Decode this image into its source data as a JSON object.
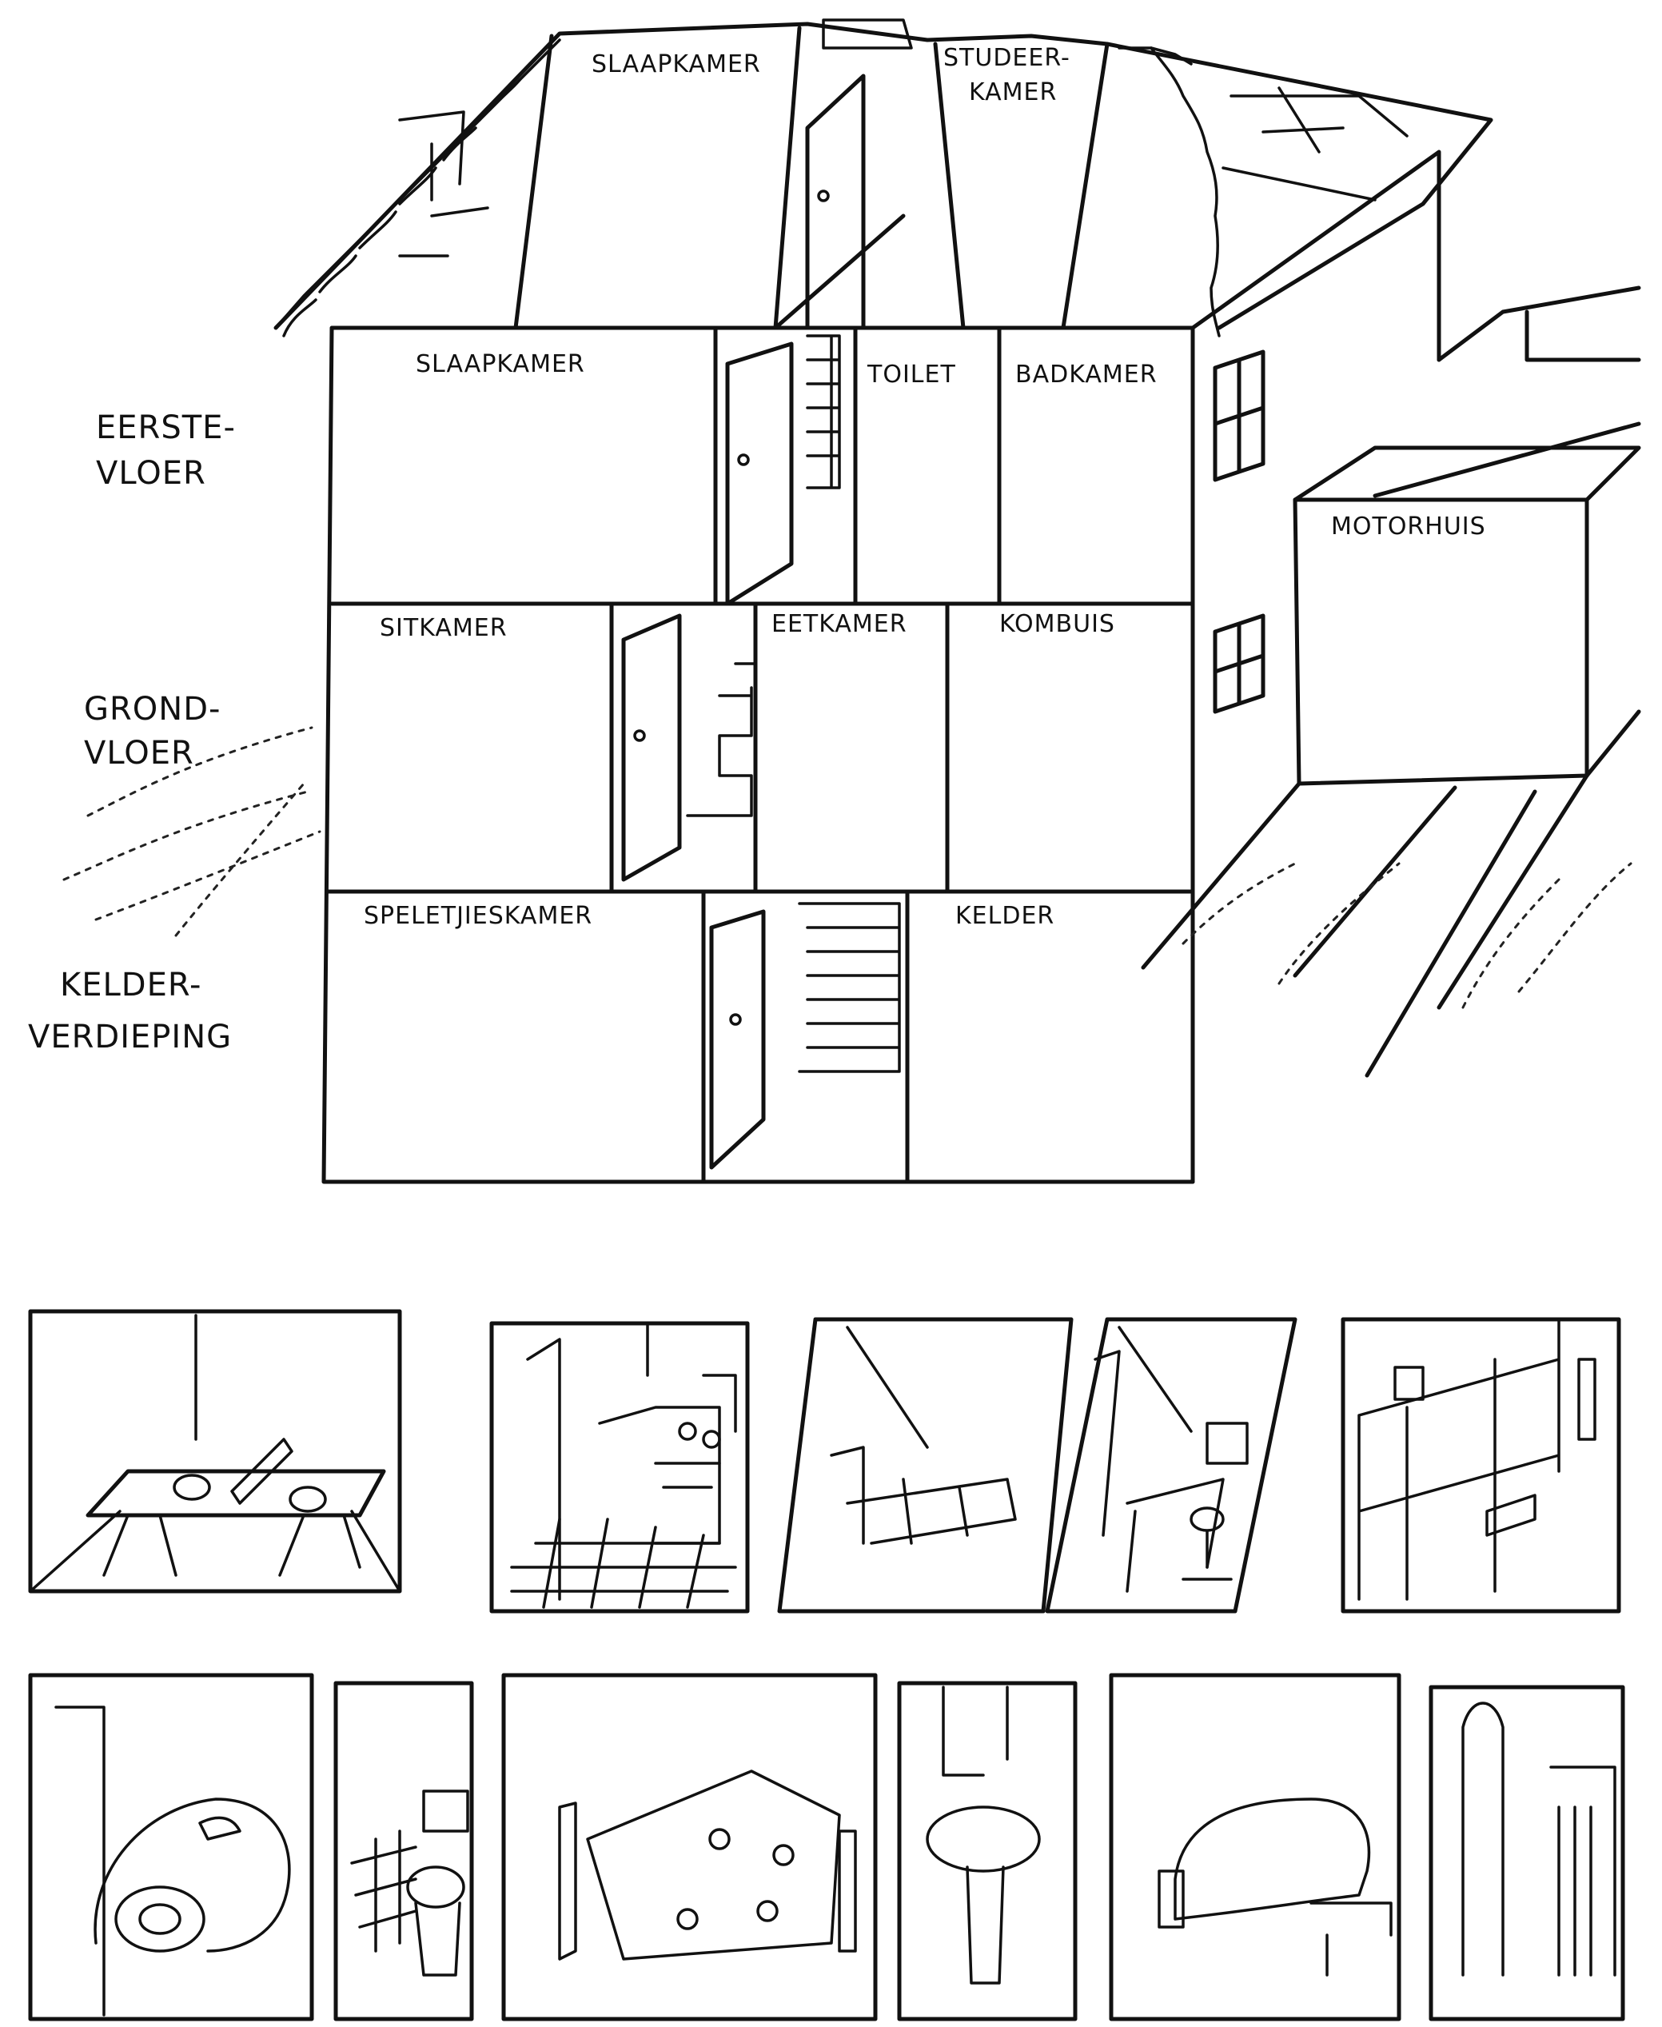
{
  "floors": {
    "first": [
      "EERSTE-",
      "VLOER"
    ],
    "ground": [
      "GROND-",
      "VLOER"
    ],
    "basement": [
      "KELDER-",
      "VERDIEPING"
    ]
  },
  "rooms": {
    "attic_bedroom": "SLAAPKAMER",
    "study": [
      "STUDEER-",
      "KAMER"
    ],
    "bedroom": "SLAAPKAMER",
    "toilet": "TOILET",
    "bathroom": "BADKAMER",
    "garage": "MOTORHUIS",
    "living_room": "SITKAMER",
    "dining_room": "EETKAMER",
    "kitchen": "KOMBUIS",
    "playroom": "SPELETJIESKAMER",
    "cellar": "KELDER"
  },
  "pictures": [
    "table-tennis-icon",
    "stove-icon",
    "bed-icon",
    "desk-icon",
    "shelves-icon",
    "car-icon",
    "toilet-icon",
    "rug-icon",
    "basin-icon",
    "sofa-icon",
    "dining-chair-icon"
  ],
  "colors": {
    "ink": "#111111",
    "paper": "#ffffff"
  }
}
